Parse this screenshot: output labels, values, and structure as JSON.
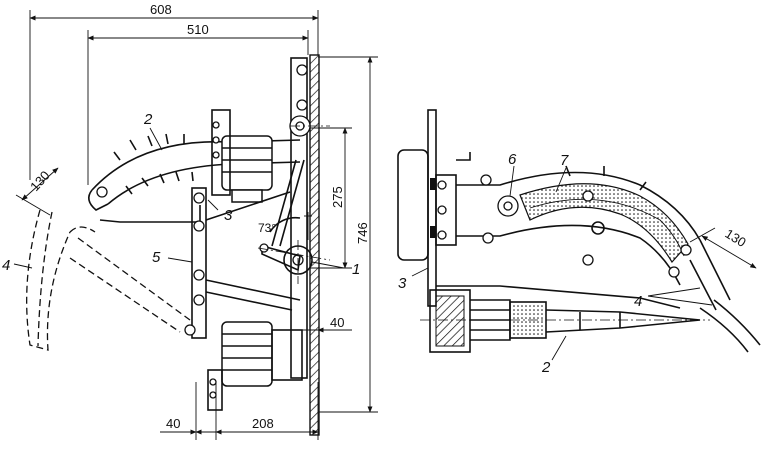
{
  "dimensions": {
    "d608": "608",
    "d510": "510",
    "d130_left": "130",
    "d275": "275",
    "d746": "746",
    "d73": "73°",
    "d40_right": "40",
    "d40_bottom": "40",
    "d208": "208",
    "d130_right": "130"
  },
  "callouts": {
    "left_2": "2",
    "left_3": "3",
    "left_4": "4",
    "left_5": "5",
    "left_1": "1",
    "right_6": "6",
    "right_7": "7",
    "right_3": "3",
    "right_4": "4",
    "right_2": "2"
  }
}
